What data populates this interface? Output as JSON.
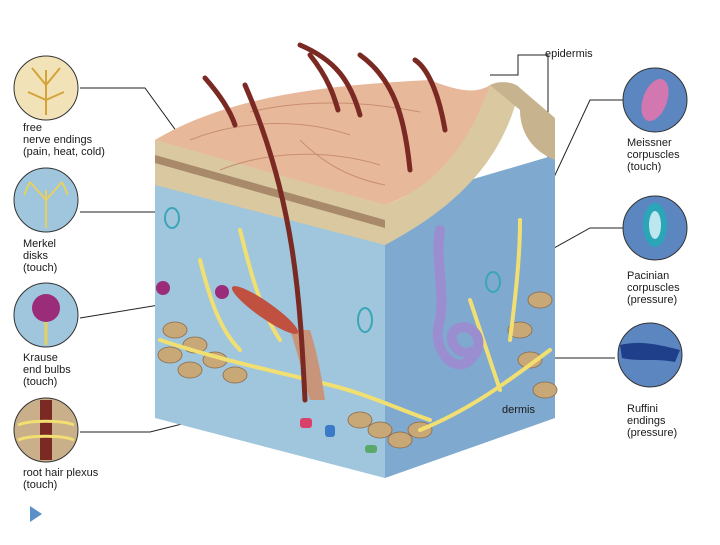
{
  "labels": {
    "free_nerve_endings": "free\nnerve endings\n(pain, heat, cold)",
    "merkel_disks": "Merkel\ndisks\n(touch)",
    "krause_end_bulbs": "Krause\nend bulbs\n(touch)",
    "root_hair_plexus": "root hair plexus\n(touch)",
    "epidermis": "epidermis",
    "dermis": "dermis",
    "meissner_corpuscles": "Meissner\ncorpuscles\n(touch)",
    "pacinian_corpuscles": "Pacinian\ncorpuscles\n(pressure)",
    "ruffini_endings": "Ruffini\nendings\n(pressure)"
  },
  "colors": {
    "skin_surface": "#e8b89a",
    "epidermis_band": "#d9c8a0",
    "dermis_blue": "#9fc6dc",
    "deep_blue": "#6f9cc4",
    "hair": "#7a2a22",
    "nerve": "#f2df72",
    "fat": "#c9a878",
    "gland": "#9a8ed0",
    "inset_fill": "#5b86c0",
    "slide_arrow": "#5b8fc7"
  }
}
